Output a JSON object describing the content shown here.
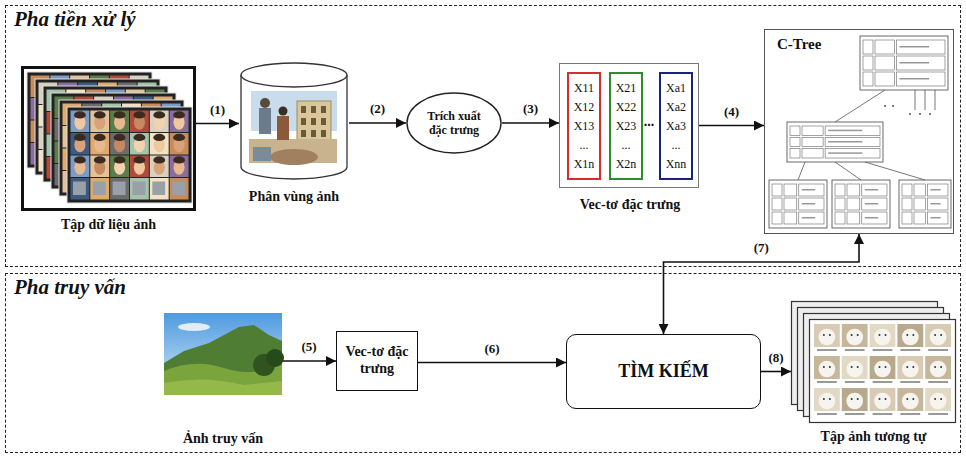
{
  "diagram": {
    "nodes": [
      {
        "text": [
          "Pha tiền xử lý"
        ]
      },
      {
        "text": [
          "Tập dữ liệu ảnh"
        ],
        "in": 0
      },
      {
        "text": [
          "Phân vùng ảnh"
        ],
        "in": 0
      },
      {
        "text": [
          "Trích xuất đặc trưng"
        ],
        "in": 0
      },
      {
        "text": [
          "Vec-tơ đặc trưng"
        ],
        "in": 0
      },
      {
        "text": [
          "X11",
          "X12",
          "X13",
          "...",
          "X1n"
        ],
        "in": 4
      },
      {
        "text": [
          "X21",
          "X22",
          "X23",
          "...",
          "X2n"
        ],
        "in": 4
      },
      {
        "text": [
          "Xa1",
          "Xa2",
          "Xa3",
          "...",
          "Xnn"
        ],
        "in": 4
      },
      {
        "text": [
          "C-Tree"
        ],
        "in": 0
      },
      {
        "text": [
          "Pha truy vấn"
        ]
      },
      {
        "text": [
          "Ảnh truy vấn"
        ],
        "in": 9
      },
      {
        "text": [
          "Vec-tơ đặc trưng"
        ],
        "in": 9
      },
      {
        "text": [
          "TÌM KIẾM"
        ],
        "in": 9
      },
      {
        "text": [
          "Tập ảnh tương tự"
        ],
        "in": 9
      }
    ],
    "edges": [
      {
        "from": 1,
        "to": 2,
        "arrow": "to",
        "label": "(1)"
      },
      {
        "from": 2,
        "to": 3,
        "arrow": "to",
        "label": "(2)"
      },
      {
        "from": 3,
        "to": 4,
        "arrow": "to",
        "label": "(3)"
      },
      {
        "from": 4,
        "to": 8,
        "arrow": "to",
        "label": "(4)"
      },
      {
        "from": 10,
        "to": 11,
        "arrow": "to",
        "label": "(5)"
      },
      {
        "from": 11,
        "to": 12,
        "arrow": "to",
        "label": "(6)"
      },
      {
        "from": 8,
        "to": 12,
        "arrow": "both",
        "label": "(7)"
      },
      {
        "from": 12,
        "to": 13,
        "arrow": "to",
        "label": "(8)"
      }
    ],
    "labels": [
      "..."
    ]
  }
}
